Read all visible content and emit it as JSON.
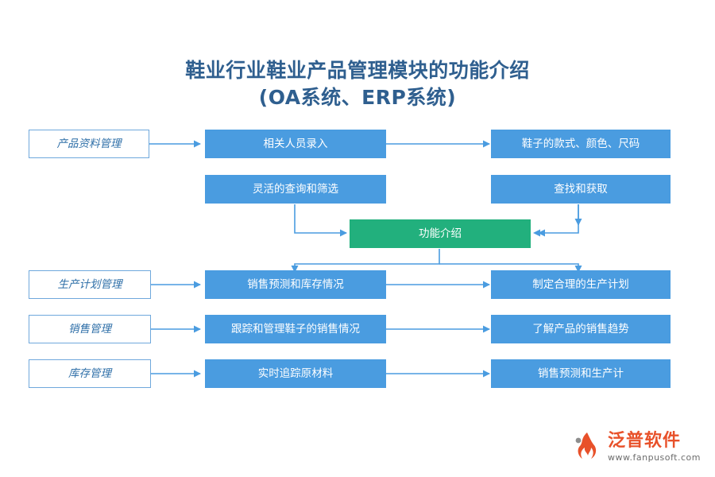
{
  "title": {
    "line1": "鞋业行业鞋业产品管理模块的功能介绍",
    "line2": "(OA系统、ERP系统)"
  },
  "colors": {
    "blue": "#4a9ce0",
    "green": "#22b07d",
    "outline_border": "#6fa8dc",
    "outline_text": "#2f6fa8",
    "title_text": "#2f5f8f",
    "arrow": "#4a9ce0",
    "logo_orange": "#e8512a"
  },
  "nodes": {
    "left_labels": [
      {
        "id": "product-data-management",
        "label": "产品资料管理"
      },
      {
        "id": "production-plan-management",
        "label": "生产计划管理"
      },
      {
        "id": "sales-management",
        "label": "销售管理"
      },
      {
        "id": "inventory-management",
        "label": "库存管理"
      }
    ],
    "middle_column": [
      {
        "id": "personnel-entry",
        "label": "相关人员录入"
      },
      {
        "id": "flexible-query-filter",
        "label": "灵活的查询和筛选"
      },
      {
        "id": "sales-forecast-inventory",
        "label": "销售预测和库存情况"
      },
      {
        "id": "track-manage-shoe-sales",
        "label": "跟踪和管理鞋子的销售情况"
      },
      {
        "id": "realtime-raw-material",
        "label": "实时追踪原材料"
      }
    ],
    "right_column": [
      {
        "id": "shoe-style-color-size",
        "label": "鞋子的款式、颜色、尺码"
      },
      {
        "id": "search-and-acquire",
        "label": "查找和获取"
      },
      {
        "id": "make-reasonable-plan",
        "label": "制定合理的生产计划"
      },
      {
        "id": "understand-sales-trend",
        "label": "了解产品的销售趋势"
      },
      {
        "id": "sales-forecast-production",
        "label": "销售预测和生产计"
      }
    ],
    "center": {
      "id": "function-intro",
      "label": "功能介绍"
    }
  },
  "logo": {
    "name_cn": "泛普软件",
    "name_en": "www.fanpusoft.com",
    "icon": "flame-logo-icon"
  }
}
